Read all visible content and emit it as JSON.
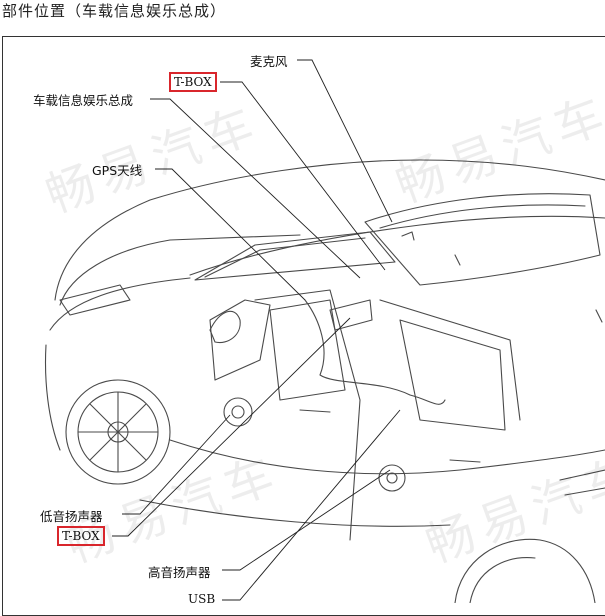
{
  "page": {
    "title": "部件位置（车载信息娱乐总成）"
  },
  "callouts": {
    "microphone": "麦克风",
    "tbox_top": "T-BOX",
    "infotainment": "车载信息娱乐总成",
    "gps_antenna": "GPS天线",
    "woofer": "低音扬声器",
    "tbox_bottom": "T-BOX",
    "tweeter": "高音扬声器",
    "usb": "USB"
  },
  "watermark": {
    "text": "畅易汽车"
  },
  "colors": {
    "highlight_box": "#d9262c",
    "line_art": "#4a4a4a"
  }
}
